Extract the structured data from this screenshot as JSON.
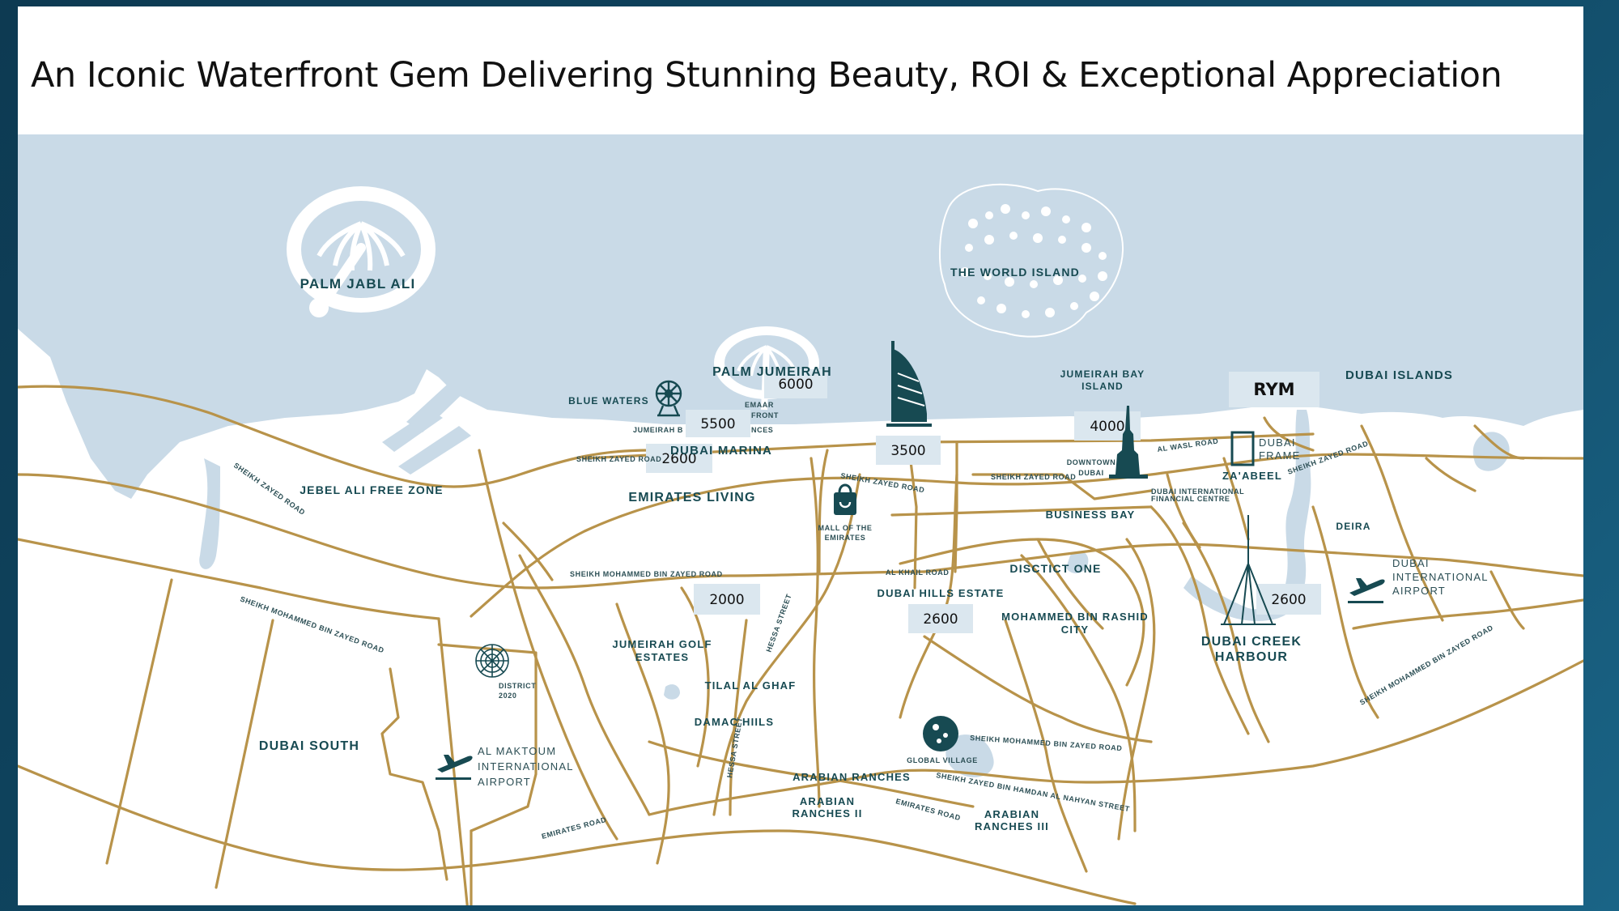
{
  "title": "An Iconic Waterfront Gem Delivering Stunning Beauty, ROI & Exceptional Appreciation",
  "colors": {
    "sea": "#c9dae7",
    "road": "#b8934a",
    "label": "#174a52",
    "price_box": "#dbe7ef"
  },
  "project_marker": "RYM",
  "prices": [
    "6000",
    "5500",
    "2600",
    "3500",
    "4000",
    "2000",
    "2600",
    "2600"
  ],
  "areas": {
    "palm_jabal_ali": "PALM JABL ALI",
    "world_island": "THE WORLD ISLAND",
    "palm_jumeirah": "PALM JUMEIRAH",
    "blue_waters": "BLUE WATERS",
    "emaar_1": "EMAAR",
    "emaar_2": "FRONT",
    "jumeirah_beach": "JUMEIRAH B",
    "residences": "NCES",
    "dubai_marina": "DUBAI MARINA",
    "jumeirah_bay_1": "JUMEIRAH BAY",
    "jumeirah_bay_2": "ISLAND",
    "dubai_islands": "DUBAI ISLANDS",
    "dubai_frame_1": "DUBAI",
    "dubai_frame_2": "FRAME",
    "zabeel": "ZA'ABEEL",
    "downtown_1": "DOWNTOWN",
    "downtown_2": "DUBAI",
    "difc_1": "DUBAI INTERNATIONAL",
    "difc_2": "FINANCIAL CENTRE",
    "business_bay": "BUSINESS BAY",
    "jebel_ali": "JEBEL ALI FREE ZONE",
    "emirates_living": "EMIRATES LIVING",
    "mall_1": "MALL OF THE",
    "mall_2": "EMIRATES",
    "deira": "DEIRA",
    "dxb_1": "DUBAI",
    "dxb_2": "INTERNATIONAL",
    "dxb_3": "AIRPORT",
    "district_one": "DISCTICT ONE",
    "dubai_hills": "DUBAI HILLS ESTATE",
    "mbr_1": "MOHAMMED BIN RASHID",
    "mbr_2": "CITY",
    "creek_1": "DUBAI CREEK",
    "creek_2": "HARBOUR",
    "jge_1": "JUMEIRAH GOLF",
    "jge_2": "ESTATES",
    "tilal": "TILAL AL GHAF",
    "damac": "DAMAC HIILS",
    "district2020_1": "DISTRICT",
    "district2020_2": "2020",
    "dubai_south": "DUBAI SOUTH",
    "dwc_1": "AL MAKTOUM",
    "dwc_2": "INTERNATIONAL",
    "dwc_3": "AIRPORT",
    "global_village": "GLOBAL VILLAGE",
    "ar1": "ARABIAN RANCHES",
    "ar2_1": "ARABIAN",
    "ar2_2": "RANCHES II",
    "ar3_1": "ARABIAN",
    "ar3_2": "RANCHES III"
  },
  "roads": {
    "szr_west": "SHEIKH ZAYED ROAD",
    "szr_marina": "SHEIKH ZAYED ROAD",
    "szr_mid": "SHEIKH ZAYED ROAD",
    "szr_downtown": "SHEIKH ZAYED ROAD",
    "szr_east": "SHEIKH ZAYED ROAD",
    "al_wasl": "AL WASL ROAD",
    "smbz_west": "SHEIKH MOHAMMED BIN ZAYED ROAD",
    "smbz_mid": "SHEIKH MOHAMMED BIN ZAYED ROAD",
    "smbz_gv": "SHEIKH MOHAMMED BIN ZAYED ROAD",
    "smbz_east": "SHEIKH MOHAMMED BIN ZAYED ROAD",
    "al_khail": "AL KHAIL ROAD",
    "hessa_1": "HESSA STREET",
    "hessa_2": "HESSA STREET",
    "emirates_1": "EMIRATES ROAD",
    "emirates_2": "EMIRATES ROAD",
    "shzbh": "SHEIKH ZAYED BIN HAMDAN AL NAHYAN STREET"
  },
  "icons": [
    "ferris-wheel-icon",
    "burj-al-arab-icon",
    "burj-khalifa-icon",
    "shopping-bag-icon",
    "dubai-frame-icon",
    "creek-tower-icon",
    "airplane-icon",
    "expo-logo-icon",
    "global-village-icon"
  ]
}
